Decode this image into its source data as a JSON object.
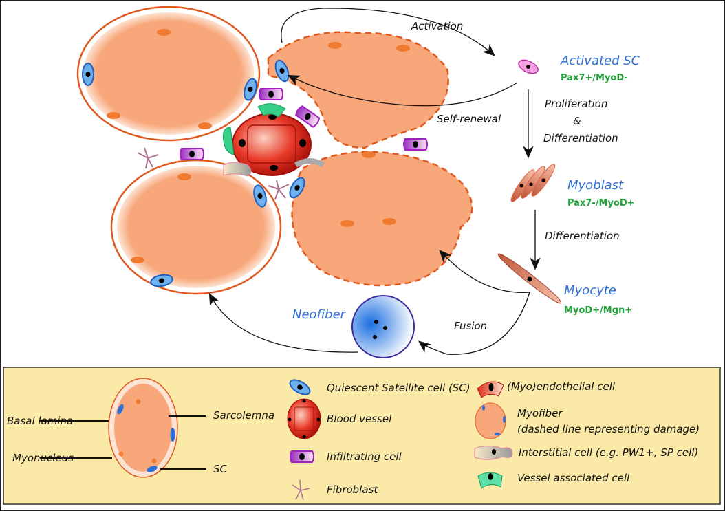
{
  "diagram": {
    "process_labels": {
      "activation": "Activation",
      "self_renewal": "Self-renewal",
      "proliferation": "Proliferation",
      "ampersand": "&",
      "differentiation_1": "Differentiation",
      "differentiation_2": "Differentiation",
      "fusion": "Fusion"
    },
    "stages": {
      "activated_sc": {
        "name": "Activated SC",
        "markers": "Pax7+/MyoD-"
      },
      "myoblast": {
        "name": "Myoblast",
        "markers": "Pax7-/MyoD+"
      },
      "myocyte": {
        "name": "Myocyte",
        "markers": "MyoD+/Mgn+"
      },
      "neofiber": {
        "name": "Neofiber"
      }
    },
    "colors": {
      "myofiber": "#f7a77a",
      "membrane": "#e05a20",
      "stage_text": "#2f6fd8",
      "marker_text": "#22a33a",
      "legend_bg": "#fbe9a8"
    }
  },
  "legend": {
    "fiber_labels": {
      "basal_lamina": "Basal lamina",
      "sarcolemma": "Sarcolemna",
      "myonucleus": "Myonucleus",
      "sc": "SC"
    },
    "items": {
      "quiescent_sc": "Quiescent Satellite cell (SC)",
      "blood_vessel": "Blood vessel",
      "infiltrating": "Infiltrating cell",
      "fibroblast": "Fibroblast",
      "endothelial": "(Myo)endothelial cell",
      "myofiber": "Myofiber",
      "myofiber_note": "(dashed line representing damage)",
      "interstitial": "Interstitial cell (e.g. PW1+, SP cell)",
      "vessel_associated": "Vessel associated cell"
    }
  }
}
